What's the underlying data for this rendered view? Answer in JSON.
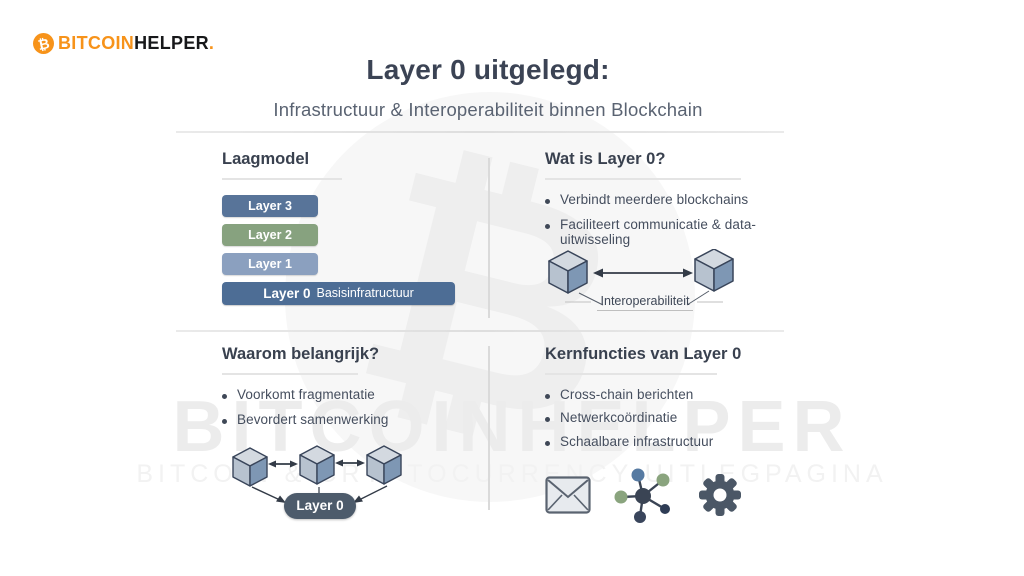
{
  "logo": {
    "symbol": "₿",
    "brand_primary": "BITCOIN",
    "brand_secondary": "HELPER",
    "period": "."
  },
  "header": {
    "title": "Layer 0 uitgelegd:",
    "subtitle": "Infrastructuur & Interoperabiliteit binnen Blockchain"
  },
  "sections": {
    "laagmodel": {
      "heading": "Laagmodel",
      "layers": [
        {
          "label": "Layer 3",
          "color": "#587499"
        },
        {
          "label": "Layer 2",
          "color": "#87a27f"
        },
        {
          "label": "Layer 1",
          "color": "#8ba0bf"
        }
      ],
      "base_layer": {
        "label": "Layer 0",
        "description": "Basisinfratructuur",
        "color": "#4d6d95"
      }
    },
    "wat_is_layer0": {
      "heading": "Wat is Layer 0?",
      "bullets": [
        "Verbindt meerdere blockchains",
        "Faciliteert communicatie & data-uitwisseling"
      ],
      "diagram_label": "Interoperabiliteit"
    },
    "waarom_belangrijk": {
      "heading": "Waarom belangrijk?",
      "bullets": [
        "Voorkomt fragmentatie",
        "Bevordert samenwerking"
      ],
      "pill_label": "Layer 0"
    },
    "kernfuncties": {
      "heading": "Kernfuncties van Layer 0",
      "bullets": [
        "Cross-chain berichten",
        "Netwerkcoördinatie",
        "Schaalbare infrastructuur"
      ],
      "icons": [
        "envelope-icon",
        "network-hub-icon",
        "gear-icon"
      ]
    }
  },
  "watermark": {
    "symbol": "₿",
    "line1": "BITCOINHELPER",
    "line2": "BITCOIN & CRYPTOCURRENCY UITLEGPAGINA"
  },
  "colors": {
    "accent_orange": "#f7931a",
    "layer3": "#587499",
    "layer2": "#87a27f",
    "layer1": "#8ba0bf",
    "layer0_bar": "#4d6d95",
    "layer0_pill": "#4d5b6b",
    "heading_text": "#39414f",
    "body_text": "#454e5e",
    "cube_top": "#d3d9e0",
    "cube_left": "#b7c2cf",
    "cube_right": "#7e97b4",
    "cube_outline": "#39455a",
    "node_blue": "#567aa2",
    "node_green": "#8aa47e",
    "node_navy": "#2e3c55",
    "icon_slate": "#4b5766",
    "watermark_gray": "#ececec"
  }
}
